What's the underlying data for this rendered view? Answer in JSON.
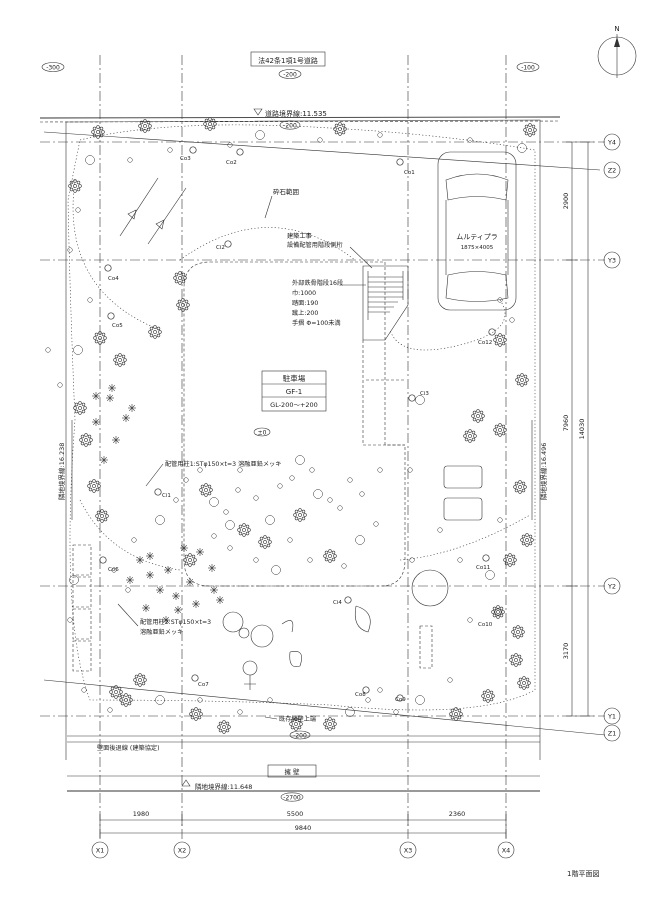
{
  "road": {
    "name": "法42条1項1号道路",
    "levels": [
      "-300",
      "-200",
      "-100"
    ],
    "boundary": "道路境界線:11.535",
    "boundary_level": "-200"
  },
  "site": {
    "gravel_area": "砕石範囲",
    "building_note": [
      "建築工事",
      "設備配管用階段側桁"
    ],
    "stair_note": [
      "外部鉄骨階段16段",
      "巾:1000",
      "踏面:190",
      "蹴上:200",
      "手摺 Φ=100未満"
    ],
    "car_label": [
      "ムルティプラ",
      "1875×4005"
    ],
    "parking_title": "駐車場",
    "parking_fl": "GF-1",
    "parking_gl": "GL-200〜+200",
    "datum": "±0",
    "pipe_post_1": "配管用柱1:STφ150×t=3 溶融亜鉛メッキ",
    "pipe_post_2": [
      "配管用柱2:STφ150×t=3",
      "溶融亜鉛メッキ"
    ],
    "existing_wall": "既存擁壁上端",
    "level_z1": "-200",
    "setback_line": "壁面後退線 (建築協定)",
    "retaining_wall": "擁 壁",
    "boundary_south": "隣地境界線:11.648",
    "level_south": "-2700",
    "boundary_west": "隣地境界線:16.238",
    "boundary_east": "隣地境界線:16.496"
  },
  "trees": {
    "co": [
      "Co1",
      "Co2",
      "Co3",
      "Co4",
      "Co5",
      "Co6",
      "Co7",
      "Co8",
      "Co9",
      "Co10",
      "Co11",
      "Co12"
    ],
    "ci": [
      "Ci1",
      "Ci2",
      "Ci3",
      "Ci4"
    ]
  },
  "dimensions": {
    "spans": [
      "1980",
      "5500",
      "2360"
    ],
    "total": "9840",
    "right_spans": [
      "2900",
      "7960",
      "3170"
    ],
    "right_total": "14030"
  },
  "grid": {
    "x": [
      "X1",
      "X2",
      "X3",
      "X4"
    ],
    "y": [
      "Y4",
      "Z2",
      "Y3",
      "Y2",
      "Y1",
      "Z1"
    ]
  },
  "north": "N",
  "sheet_title": "1階平面図"
}
